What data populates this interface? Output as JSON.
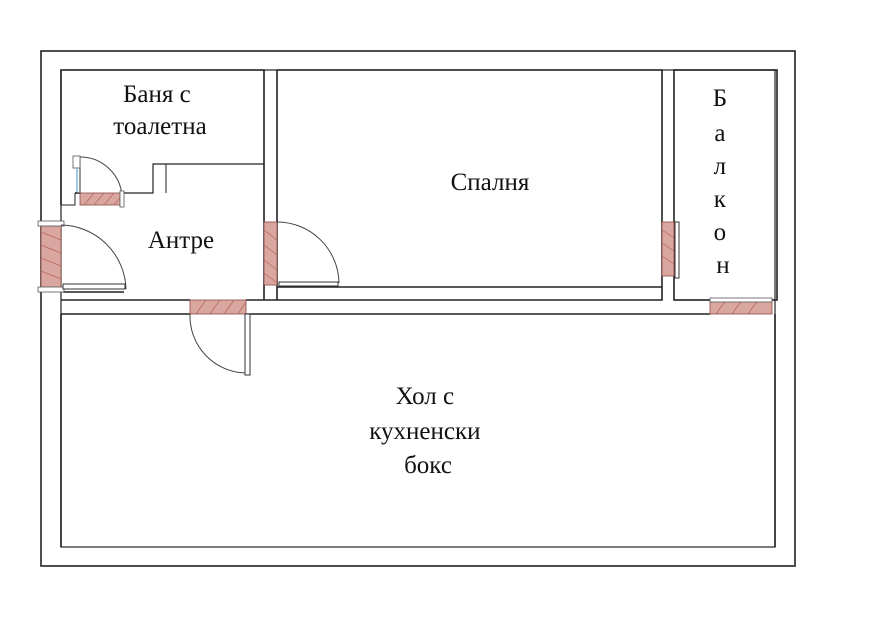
{
  "rooms": {
    "bathroom": {
      "lines": [
        "Баня с",
        "тоалетна"
      ]
    },
    "bedroom": {
      "lines": [
        "Спалня"
      ]
    },
    "balcony": {
      "lines": [
        "Б",
        "а",
        "л",
        "к",
        "о",
        "н"
      ]
    },
    "hallway": {
      "lines": [
        "Антре"
      ]
    },
    "living": {
      "lines": [
        "Хол с",
        "кухненски",
        "бокс"
      ]
    }
  },
  "colors": {
    "wall": "#222222",
    "door": "#d9a6a0",
    "door_hatch": "#b8645c",
    "faucet": "#7fb6d8"
  }
}
